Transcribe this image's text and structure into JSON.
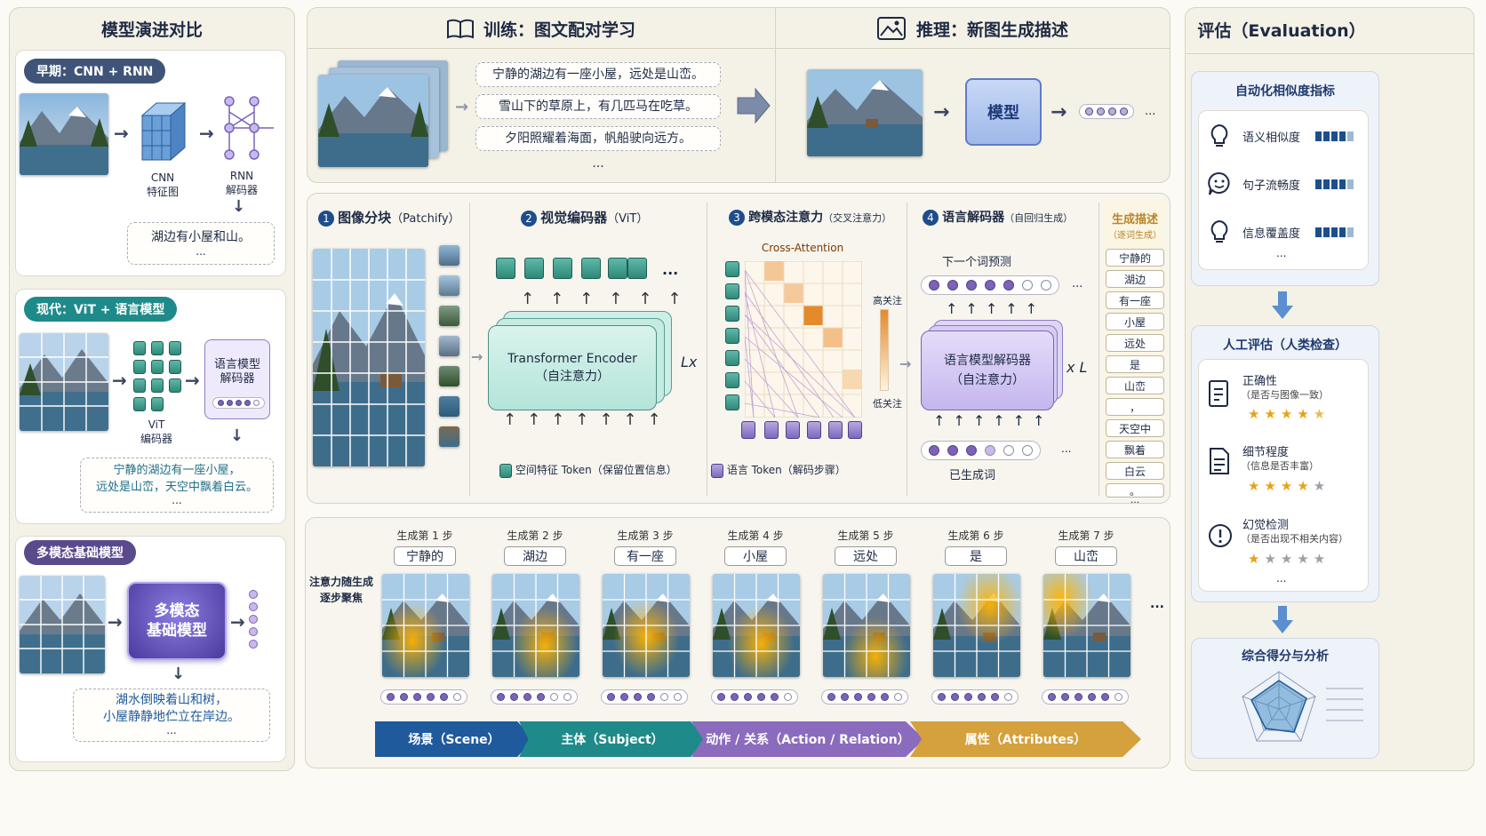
{
  "evolution": {
    "title": "模型演进对比",
    "early": {
      "pill": "早期：CNN + RNN",
      "cnn_label": "CNN\n特征图",
      "rnn_label": "RNN\n解码器",
      "caption": "湖边有小屋和山。",
      "ellipsis": "..."
    },
    "modern": {
      "pill": "现代：ViT + 语言模型",
      "lm_label": "语言模型\n解码器",
      "vit_label": "ViT\n编码器",
      "caption": "宁静的湖边有一座小屋，\n远处是山峦，天空中飘着白云。",
      "ellipsis": "..."
    },
    "foundation": {
      "pill": "多模态基础模型",
      "model_label": "多模态\n基础模型",
      "caption": "湖水倒映着山和树，\n小屋静静地伫立在岸边。",
      "ellipsis": "..."
    }
  },
  "training": {
    "title": "训练：图文配对学习",
    "captions": [
      "宁静的湖边有一座小屋，远处是山峦。",
      "雪山下的草原上，有几匹马在吃草。",
      "夕阳照耀着海面，帆船驶向远方。"
    ],
    "ellipsis": "..."
  },
  "inference": {
    "title": "推理：新图生成描述",
    "model_label": "模型",
    "ellipsis": "..."
  },
  "pipeline": {
    "steps": [
      {
        "num": "1",
        "title": "图像分块",
        "sub": "（Patchify）"
      },
      {
        "num": "2",
        "title": "视觉编码器",
        "sub": "（ViT）"
      },
      {
        "num": "3",
        "title": "跨模态注意力",
        "sub": "（交叉注意力）"
      },
      {
        "num": "4",
        "title": "语言解码器",
        "sub": "（自回归生成）"
      }
    ],
    "encoder_label": "Transformer Encoder\n（自注意力）",
    "encoder_repeat": "Lx",
    "cross_attention_label": "Cross-Attention",
    "high_attention": "高关注",
    "low_attention": "低关注",
    "next_word": "下一个词预测",
    "decoder_label": "语言模型解码器\n（自注意力）",
    "decoder_repeat": "x L",
    "generated_words": "已生成词",
    "legend_spatial": "空间特征 Token（保留位置信息）",
    "legend_language": "语言 Token（解码步骤）",
    "ellipsis": "..."
  },
  "generation": {
    "title": "生成描述",
    "sub": "（逐词生成）",
    "words": [
      "宁静的",
      "湖边",
      "有一座",
      "小屋",
      "远处",
      "是",
      "山峦",
      "，",
      "天空中",
      "飘着",
      "白云",
      "。"
    ],
    "ellipsis": "..."
  },
  "attention_steps": {
    "side_label": "注意力随生成\n逐步聚焦",
    "steps": [
      {
        "label": "生成第 1 步",
        "word": "宁静的",
        "filled": 5
      },
      {
        "label": "生成第 2 步",
        "word": "湖边",
        "filled": 4
      },
      {
        "label": "生成第 3 步",
        "word": "有一座",
        "filled": 4
      },
      {
        "label": "生成第 4 步",
        "word": "小屋",
        "filled": 5
      },
      {
        "label": "生成第 5 步",
        "word": "远处",
        "filled": 5
      },
      {
        "label": "生成第 6 步",
        "word": "是",
        "filled": 5
      },
      {
        "label": "生成第 7 步",
        "word": "山峦",
        "filled": 5
      }
    ],
    "ellipsis": "...",
    "banners": [
      {
        "label": "场景（Scene）",
        "color": "#1f5a9c"
      },
      {
        "label": "主体（Subject）",
        "color": "#1f8a8a"
      },
      {
        "label": "动作 / 关系（Action / Relation）",
        "color": "#8a6bbd"
      },
      {
        "label": "属性（Attributes）",
        "color": "#d4a13c"
      }
    ]
  },
  "evaluation": {
    "title": "评估（Evaluation）",
    "auto": {
      "title": "自动化相似度指标",
      "items": [
        {
          "label": "语义相似度",
          "value": 4,
          "max": 5
        },
        {
          "label": "句子流畅度",
          "value": 4,
          "max": 5
        },
        {
          "label": "信息覆盖度",
          "value": 4,
          "max": 5
        }
      ],
      "ellipsis": "..."
    },
    "human": {
      "title": "人工评估（人类检查）",
      "items": [
        {
          "label": "正确性",
          "sub": "（是否与图像一致）",
          "stars": 4.5
        },
        {
          "label": "细节程度",
          "sub": "（信息是否丰富）",
          "stars": 4
        },
        {
          "label": "幻觉检测",
          "sub": "（是否出现不相关内容）",
          "stars": 1
        }
      ],
      "ellipsis": "..."
    },
    "summary": {
      "title": "综合得分与分析"
    }
  }
}
